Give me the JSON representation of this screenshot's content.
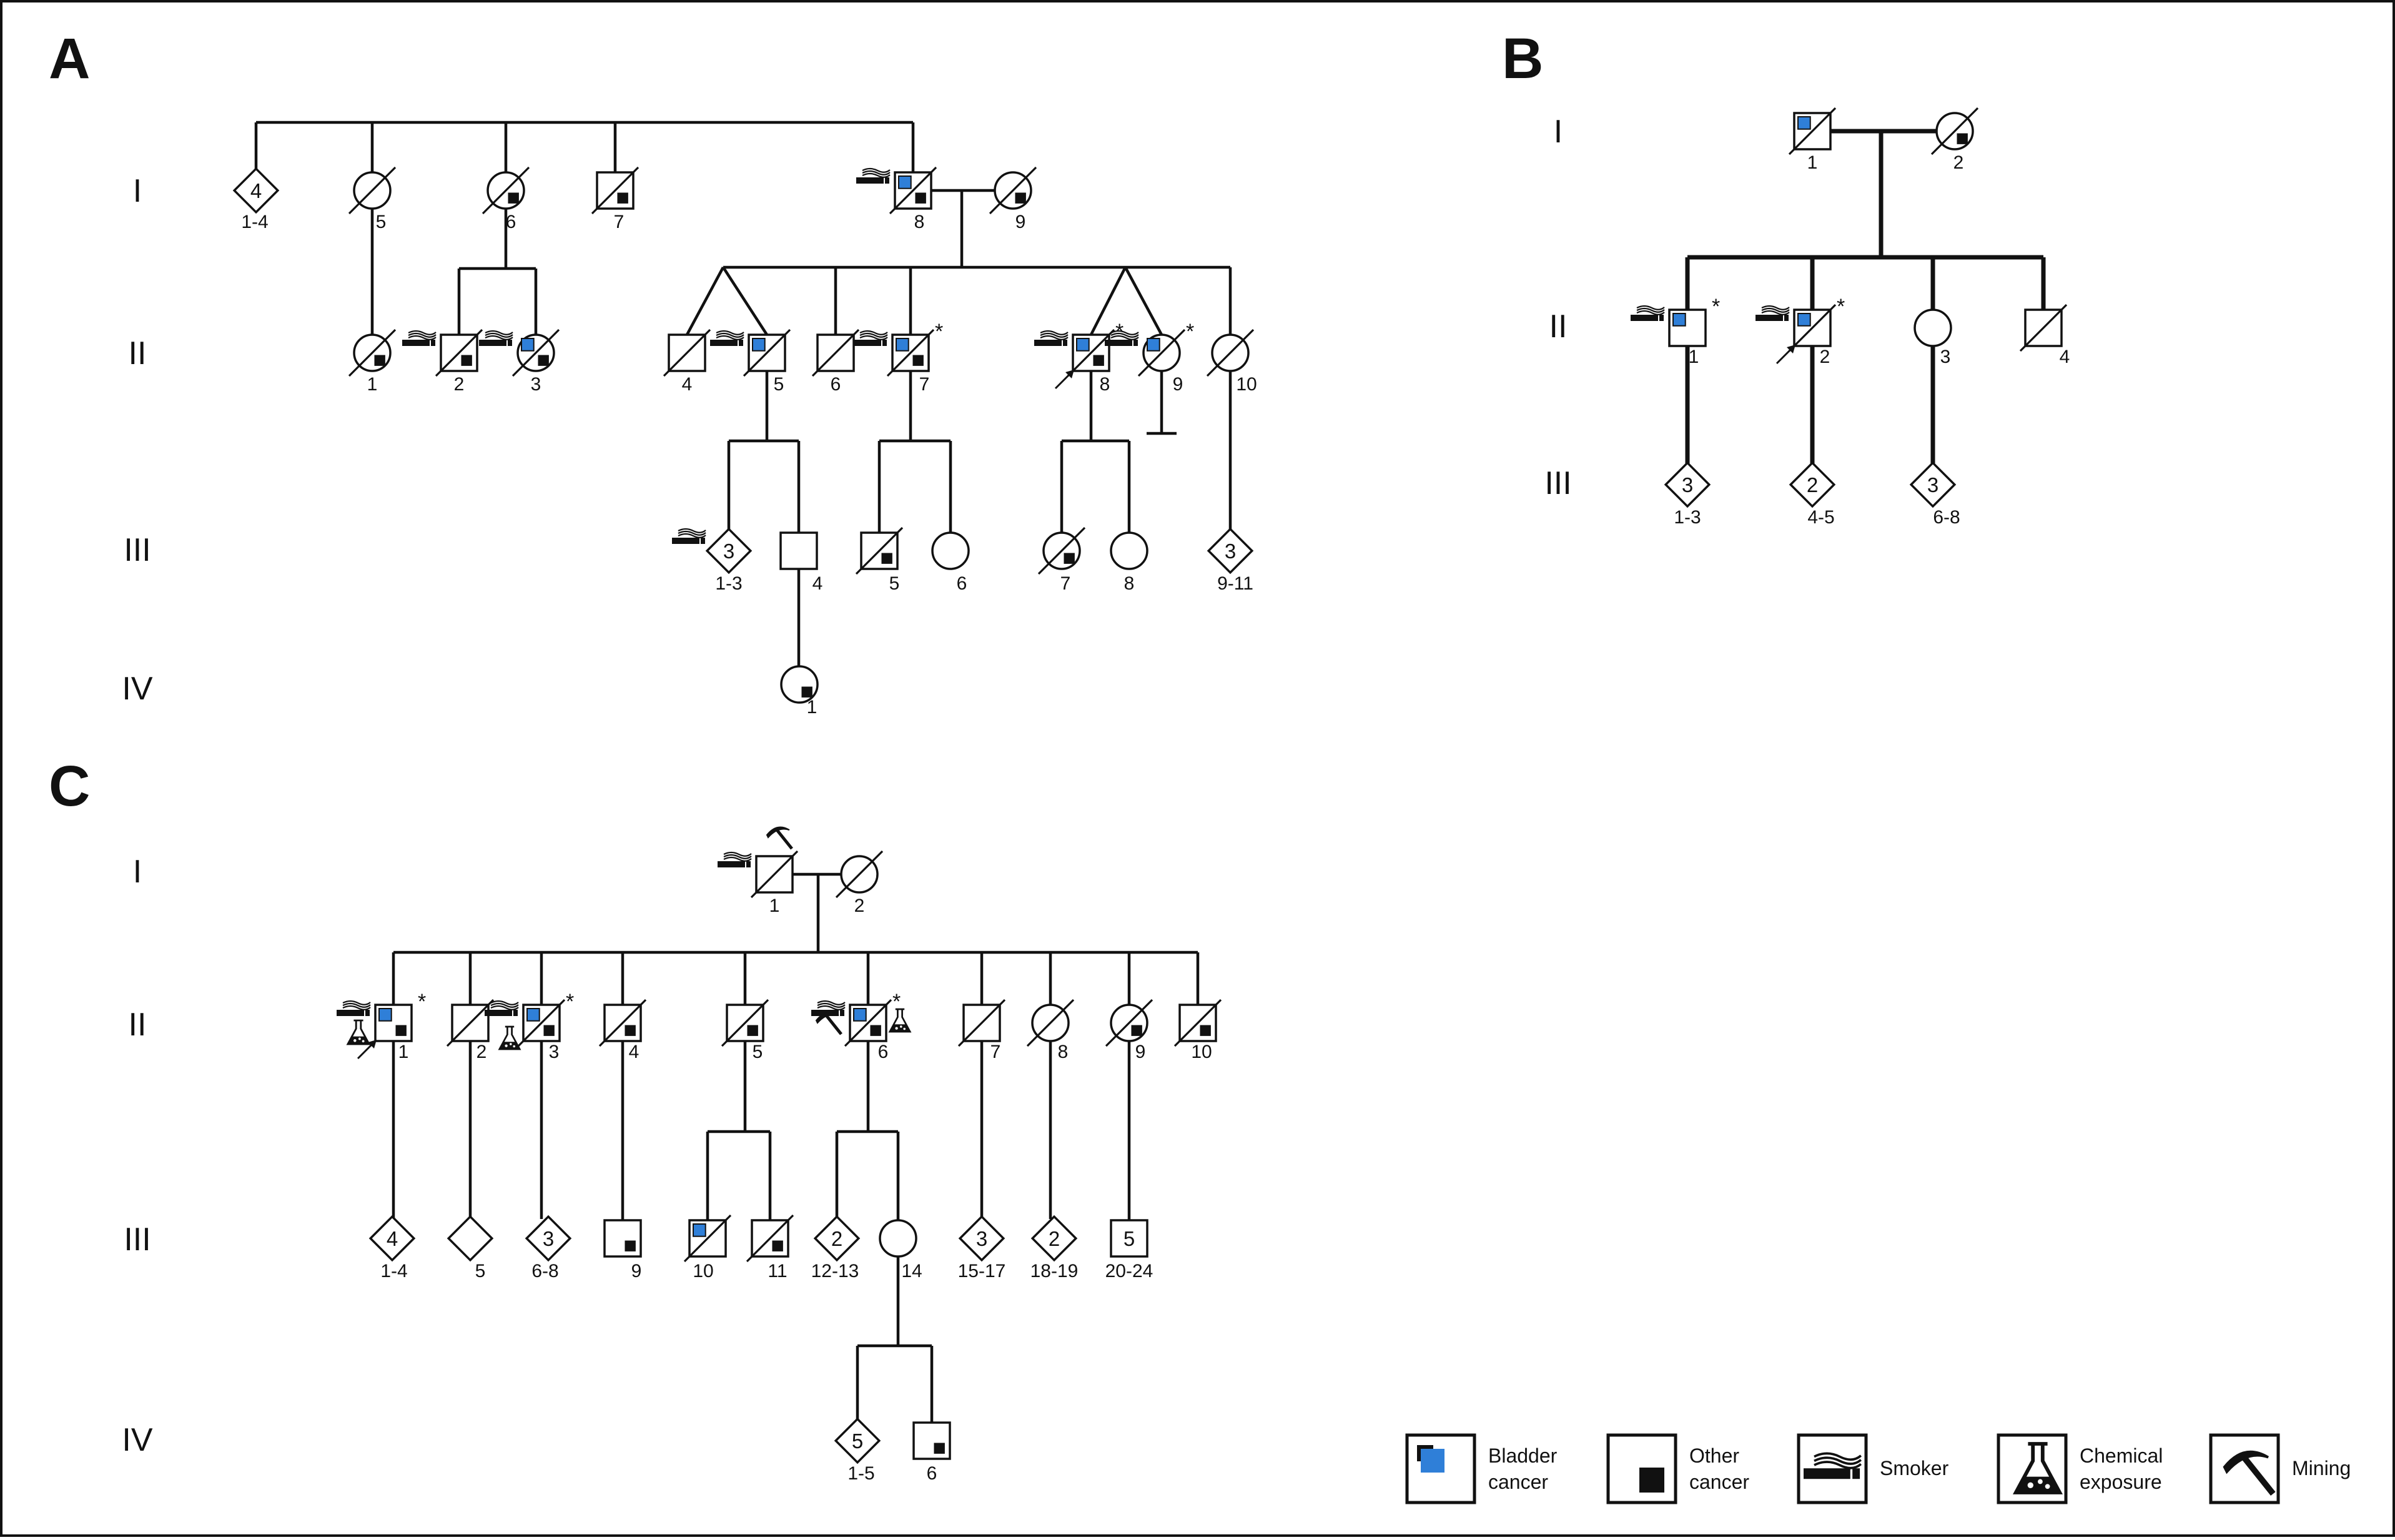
{
  "panels": [
    {
      "letter": "A",
      "generations": [
        "I",
        "II",
        "III",
        "IV"
      ],
      "individuals": [
        {
          "id": "I-1-4",
          "label": "1-4",
          "sex": "unknown",
          "count": "4"
        },
        {
          "id": "I-5",
          "label": "5",
          "sex": "female",
          "deceased": true
        },
        {
          "id": "I-6",
          "label": "6",
          "sex": "female",
          "deceased": true,
          "other_cancer": true
        },
        {
          "id": "I-7",
          "label": "7",
          "sex": "male",
          "deceased": true,
          "other_cancer": true
        },
        {
          "id": "I-8",
          "label": "8",
          "sex": "male",
          "deceased": true,
          "bladder_cancer": true,
          "other_cancer": true,
          "smoker": true
        },
        {
          "id": "I-9",
          "label": "9",
          "sex": "female",
          "deceased": true,
          "other_cancer": true
        },
        {
          "id": "II-1",
          "label": "1",
          "sex": "female",
          "deceased": true,
          "other_cancer": true
        },
        {
          "id": "II-2",
          "label": "2",
          "sex": "male",
          "deceased": true,
          "other_cancer": true,
          "smoker": true
        },
        {
          "id": "II-3",
          "label": "3",
          "sex": "female",
          "deceased": true,
          "bladder_cancer": true,
          "other_cancer": true,
          "smoker": true
        },
        {
          "id": "II-4",
          "label": "4",
          "sex": "male",
          "deceased": true
        },
        {
          "id": "II-5",
          "label": "5",
          "sex": "male",
          "deceased": true,
          "bladder_cancer": true,
          "smoker": true
        },
        {
          "id": "II-6",
          "label": "6",
          "sex": "male",
          "deceased": true
        },
        {
          "id": "II-7",
          "label": "7",
          "sex": "male",
          "deceased": true,
          "bladder_cancer": true,
          "other_cancer": true,
          "smoker": true,
          "asterisk": true
        },
        {
          "id": "II-8",
          "label": "8",
          "sex": "male",
          "deceased": true,
          "bladder_cancer": true,
          "other_cancer": true,
          "smoker": true,
          "asterisk": true,
          "proband": true
        },
        {
          "id": "II-9",
          "label": "9",
          "sex": "female",
          "deceased": true,
          "bladder_cancer": true,
          "smoker": true,
          "asterisk": true
        },
        {
          "id": "II-10",
          "label": "10",
          "sex": "female",
          "deceased": true
        },
        {
          "id": "III-1-3",
          "label": "1-3",
          "sex": "unknown",
          "count": "3",
          "smoker": true
        },
        {
          "id": "III-4",
          "label": "4",
          "sex": "male"
        },
        {
          "id": "III-5",
          "label": "5",
          "sex": "male",
          "deceased": true,
          "other_cancer": true
        },
        {
          "id": "III-6",
          "label": "6",
          "sex": "female"
        },
        {
          "id": "III-7",
          "label": "7",
          "sex": "female",
          "deceased": true,
          "other_cancer": true
        },
        {
          "id": "III-8",
          "label": "8",
          "sex": "female"
        },
        {
          "id": "III-9-11",
          "label": "9-11",
          "sex": "unknown",
          "count": "3"
        },
        {
          "id": "IV-1",
          "label": "1",
          "sex": "female",
          "other_cancer": true
        }
      ]
    },
    {
      "letter": "B",
      "generations": [
        "I",
        "II",
        "III"
      ],
      "individuals": [
        {
          "id": "I-1",
          "label": "1",
          "sex": "male",
          "deceased": true,
          "bladder_cancer": true
        },
        {
          "id": "I-2",
          "label": "2",
          "sex": "female",
          "deceased": true,
          "other_cancer": true
        },
        {
          "id": "II-1",
          "label": "1",
          "sex": "male",
          "bladder_cancer": true,
          "smoker": true,
          "asterisk": true
        },
        {
          "id": "II-2",
          "label": "2",
          "sex": "male",
          "deceased": true,
          "bladder_cancer": true,
          "smoker": true,
          "asterisk": true,
          "proband": true
        },
        {
          "id": "II-3",
          "label": "3",
          "sex": "female"
        },
        {
          "id": "II-4",
          "label": "4",
          "sex": "male",
          "deceased": true
        },
        {
          "id": "III-1-3",
          "label": "1-3",
          "sex": "unknown",
          "count": "3"
        },
        {
          "id": "III-4-5",
          "label": "4-5",
          "sex": "unknown",
          "count": "2"
        },
        {
          "id": "III-6-8",
          "label": "6-8",
          "sex": "unknown",
          "count": "3"
        }
      ]
    },
    {
      "letter": "C",
      "generations": [
        "I",
        "II",
        "III",
        "IV"
      ],
      "individuals": [
        {
          "id": "I-1",
          "label": "1",
          "sex": "male",
          "deceased": true,
          "smoker": true,
          "mining": true
        },
        {
          "id": "I-2",
          "label": "2",
          "sex": "female",
          "deceased": true
        },
        {
          "id": "II-1",
          "label": "1",
          "sex": "male",
          "bladder_cancer": true,
          "other_cancer": true,
          "smoker": true,
          "chemical": true,
          "asterisk": true,
          "proband": true
        },
        {
          "id": "II-2",
          "label": "2",
          "sex": "male",
          "deceased": true
        },
        {
          "id": "II-3",
          "label": "3",
          "sex": "male",
          "deceased": true,
          "bladder_cancer": true,
          "other_cancer": true,
          "smoker": true,
          "chemical": true,
          "asterisk": true
        },
        {
          "id": "II-4",
          "label": "4",
          "sex": "male",
          "deceased": true,
          "other_cancer": true
        },
        {
          "id": "II-5",
          "label": "5",
          "sex": "male",
          "deceased": true,
          "other_cancer": true
        },
        {
          "id": "II-6",
          "label": "6",
          "sex": "male",
          "deceased": true,
          "bladder_cancer": true,
          "other_cancer": true,
          "smoker": true,
          "mining": true,
          "chemical": true,
          "asterisk": true
        },
        {
          "id": "II-7",
          "label": "7",
          "sex": "male",
          "deceased": true
        },
        {
          "id": "II-8",
          "label": "8",
          "sex": "female",
          "deceased": true
        },
        {
          "id": "II-9",
          "label": "9",
          "sex": "female",
          "deceased": true,
          "other_cancer": true
        },
        {
          "id": "II-10",
          "label": "10",
          "sex": "male",
          "deceased": true,
          "other_cancer": true
        },
        {
          "id": "III-1-4",
          "label": "1-4",
          "sex": "unknown",
          "count": "4"
        },
        {
          "id": "III-5",
          "label": "5",
          "sex": "unknown"
        },
        {
          "id": "III-6-8",
          "label": "6-8",
          "sex": "unknown",
          "count": "3"
        },
        {
          "id": "III-9",
          "label": "9",
          "sex": "male",
          "other_cancer": true
        },
        {
          "id": "III-10",
          "label": "10",
          "sex": "male",
          "deceased": true,
          "bladder_cancer": true
        },
        {
          "id": "III-11",
          "label": "11",
          "sex": "male",
          "deceased": true,
          "other_cancer": true
        },
        {
          "id": "III-12-13",
          "label": "12-13",
          "sex": "unknown",
          "count": "2"
        },
        {
          "id": "III-14",
          "label": "14",
          "sex": "female"
        },
        {
          "id": "III-15-17",
          "label": "15-17",
          "sex": "unknown",
          "count": "3"
        },
        {
          "id": "III-18-19",
          "label": "18-19",
          "sex": "unknown",
          "count": "2"
        },
        {
          "id": "III-20-24",
          "label": "20-24",
          "sex": "male",
          "count": "5"
        },
        {
          "id": "IV-1-5",
          "label": "1-5",
          "sex": "unknown",
          "count": "5"
        },
        {
          "id": "IV-6",
          "label": "6",
          "sex": "male",
          "other_cancer": true
        }
      ]
    }
  ],
  "legend": [
    {
      "key": "bladder",
      "icon": "bladder-cancer-icon",
      "lines": [
        "Bladder",
        "cancer"
      ]
    },
    {
      "key": "other",
      "icon": "other-cancer-icon",
      "lines": [
        "Other",
        "cancer"
      ]
    },
    {
      "key": "smoker",
      "icon": "smoker-icon",
      "lines": [
        "Smoker"
      ]
    },
    {
      "key": "chemical",
      "icon": "chemical-exposure-icon",
      "lines": [
        "Chemical",
        "exposure"
      ]
    },
    {
      "key": "mining",
      "icon": "mining-icon",
      "lines": [
        "Mining"
      ]
    }
  ],
  "colors": {
    "bladder": "#2f7fd8",
    "other": "#111111",
    "line": "#111111",
    "background": "#ffffff"
  }
}
